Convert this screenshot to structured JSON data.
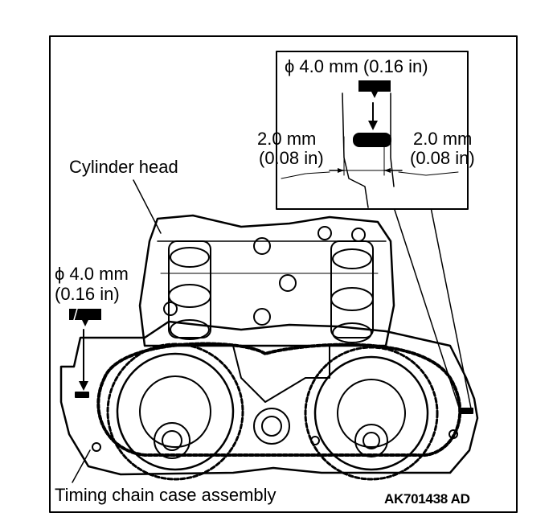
{
  "labels": {
    "sealant_width_top": "ϕ 4.0 mm (0.16 in)",
    "left_offset_mm": "2.0 mm",
    "left_offset_in": "(0.08 in)",
    "right_offset_mm": "2.0 mm",
    "right_offset_in": "(0.08 in)",
    "cylinder_head": "Cylinder head",
    "sealant_width_left_mm": "ϕ 4.0 mm",
    "sealant_width_left_in": "(0.16 in)",
    "timing_chain_case": "Timing chain case assembly",
    "figure_code": "AK701438 AD"
  }
}
